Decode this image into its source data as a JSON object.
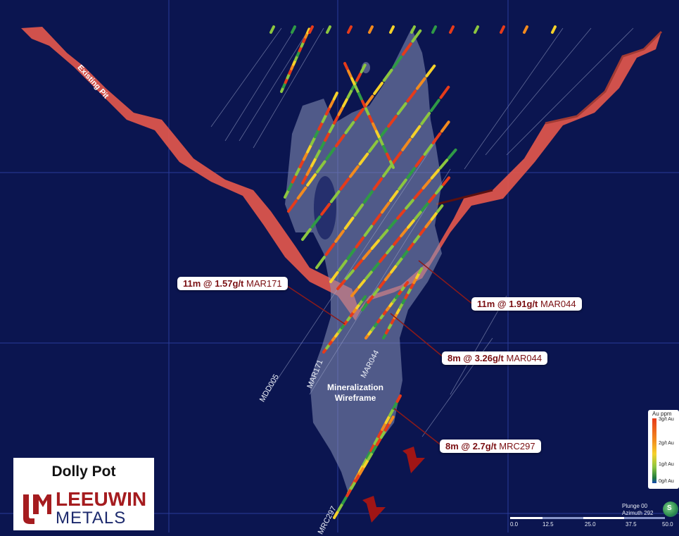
{
  "deposit_name": "Dolly Pot",
  "company": {
    "line1": "LEEUWIN",
    "line2": "METALS"
  },
  "labels": {
    "pit": "Existing Pit",
    "wireframe": [
      "Mineralization",
      "Wireframe"
    ],
    "drillholes": [
      "MDD005",
      "MAR171",
      "MAR044",
      "MRC297"
    ]
  },
  "callouts": [
    {
      "grade": "11m @ 1.57g/t",
      "hole": "MAR171"
    },
    {
      "grade": "11m @ 1.91g/t",
      "hole": "MAR044"
    },
    {
      "grade": "8m @ 3.26g/t",
      "hole": "MAR044"
    },
    {
      "grade": "8m @ 2.7g/t",
      "hole": "MRC297"
    }
  ],
  "legend": {
    "title": "Au ppm",
    "ticks": [
      "3g/t Au",
      "2g/t Au",
      "1g/t Au",
      "0g/t Au"
    ]
  },
  "view": {
    "plunge": "Plunge 00",
    "azimuth": "Azimuth 292",
    "compass": "S"
  },
  "scale": [
    "0.0",
    "12.5",
    "25.0",
    "37.5",
    "50.0"
  ],
  "colors": {
    "background": "#0b1550",
    "pit": "#e2574c",
    "wireframe": "#8a93b8",
    "callout_text": "#7a0f12"
  }
}
